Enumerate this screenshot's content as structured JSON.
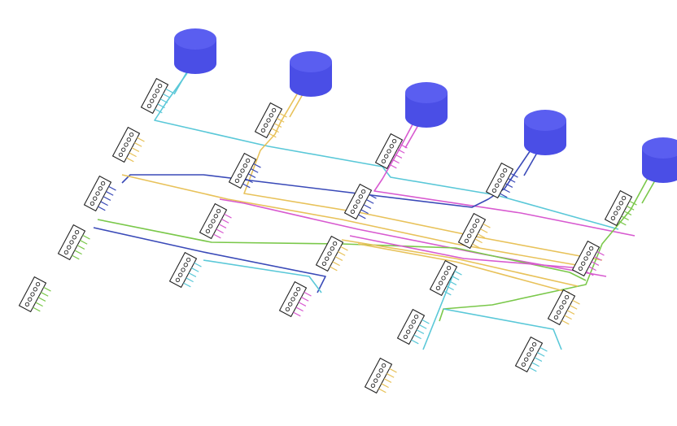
{
  "diagram": {
    "kind": "isometric fiber-distribution wiring",
    "cylinder_color": "#4a4ee6",
    "cylinder_top_color": "#5a5ef0",
    "module_stroke": "#222222",
    "wire_colors": [
      "#5ac8d8",
      "#e8c25a",
      "#d85ad0",
      "#3a4ab8",
      "#7ac84a"
    ],
    "cylinders": [
      {
        "id": "c1",
        "wire": 0
      },
      {
        "id": "c2",
        "wire": 1
      },
      {
        "id": "c3",
        "wire": 2
      },
      {
        "id": "c4",
        "wire": 3
      },
      {
        "id": "c5",
        "wire": 4
      }
    ],
    "columns": [
      {
        "id": "col1",
        "modules": 5
      },
      {
        "id": "col2",
        "modules": 4
      },
      {
        "id": "col3",
        "modules": 4
      },
      {
        "id": "col4",
        "modules": 5
      },
      {
        "id": "col5",
        "modules": 4
      }
    ]
  }
}
